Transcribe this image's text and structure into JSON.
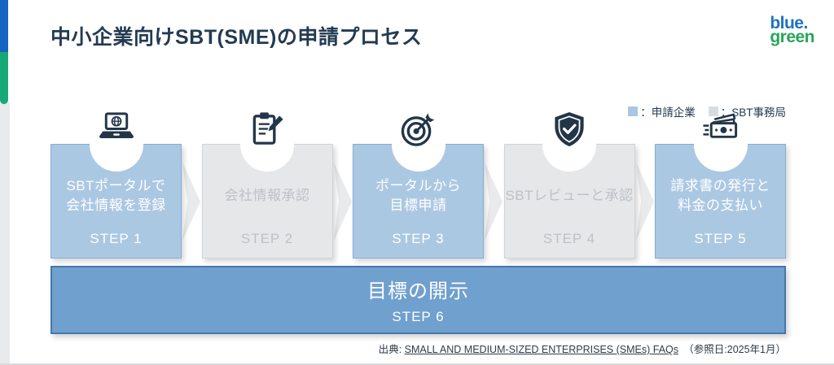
{
  "title": "中小企業向けSBT(SME)の申請プロセス",
  "logo": {
    "line1": "blue.",
    "line2": "green"
  },
  "legend": {
    "items": [
      {
        "name": "applicant",
        "label": "：申請企業",
        "color": "#A9C7E3"
      },
      {
        "name": "sbt-office",
        "label": "：SBT事務局",
        "color": "#D9DCDE"
      }
    ]
  },
  "steps": [
    {
      "icon": "laptop-globe-icon",
      "line1": "SBTポータルで",
      "line2": "会社情報を登録",
      "step": "STEP 1",
      "variant": "applicant"
    },
    {
      "icon": "clipboard-pencil-icon",
      "line1": "会社情報承認",
      "line2": "",
      "step": "STEP 2",
      "variant": "sbt-office"
    },
    {
      "icon": "target-arrow-icon",
      "line1": "ポータルから",
      "line2": "目標申請",
      "step": "STEP 3",
      "variant": "applicant"
    },
    {
      "icon": "shield-check-icon",
      "line1": "SBTレビューと承認",
      "line2": "",
      "step": "STEP 4",
      "variant": "sbt-office"
    },
    {
      "icon": "banknotes-icon",
      "line1": "請求書の発行と",
      "line2": "料金の支払い",
      "step": "STEP 5",
      "variant": "applicant"
    }
  ],
  "final_step": {
    "title": "目標の開示",
    "step": "STEP 6"
  },
  "source": {
    "prefix": "出典: ",
    "link": "SMALL AND MEDIUM-SIZED ENTERPRISES (SMEs) FAQs",
    "suffix": "　（参照日:2025年1月）"
  },
  "colors": {
    "navy": "#233B52",
    "blue_fill": "#ABC8E3",
    "blue_border": "#84AED3",
    "gray_fill": "#E6E7E9",
    "gray_border": "#D1D4D7",
    "gray_text": "#BDC1C6",
    "bar_fill": "#6FA0CE",
    "bar_border": "#4677AC",
    "icon": "#233648",
    "arrow": "#E8EAEC",
    "logo_blue": "#1E73BE",
    "logo_green": "#27A65A",
    "strip_blue": "#1565C0",
    "strip_green": "#17A878",
    "strip_gray": "#E8EAEC"
  }
}
